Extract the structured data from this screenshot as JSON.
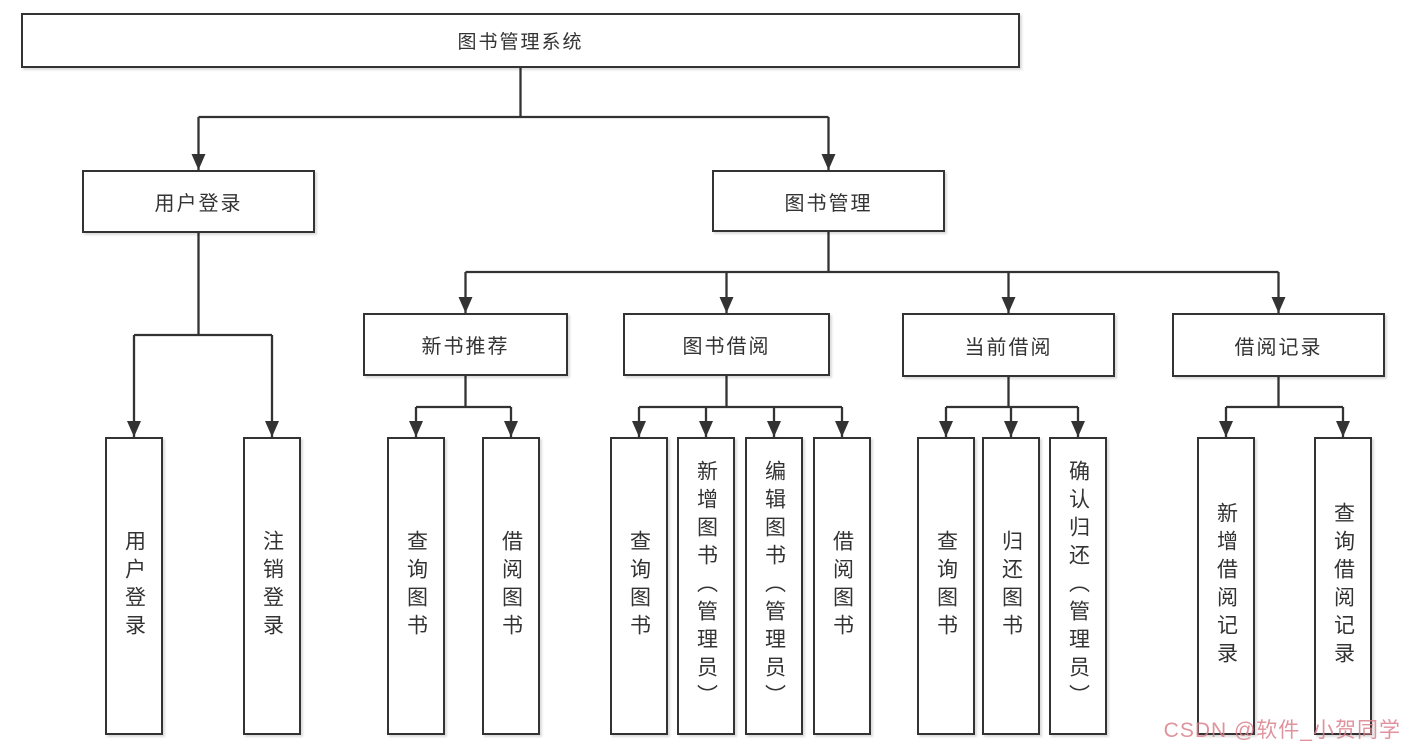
{
  "diagram_title": "图书管理系统",
  "tree": {
    "label": "图书管理系统",
    "children": [
      {
        "label": "用户登录",
        "children": [
          {
            "label": "用户登录"
          },
          {
            "label": "注销登录"
          }
        ]
      },
      {
        "label": "图书管理",
        "children": [
          {
            "label": "新书推荐",
            "children": [
              {
                "label": "查询图书"
              },
              {
                "label": "借阅图书"
              }
            ]
          },
          {
            "label": "图书借阅",
            "children": [
              {
                "label": "查询图书"
              },
              {
                "label": "新增图书（管理员）"
              },
              {
                "label": "编辑图书（管理员）"
              },
              {
                "label": "借阅图书"
              }
            ]
          },
          {
            "label": "当前借阅",
            "children": [
              {
                "label": "查询图书"
              },
              {
                "label": "归还图书"
              },
              {
                "label": "确认归还（管理员）"
              }
            ]
          },
          {
            "label": "借阅记录",
            "children": [
              {
                "label": "新增借阅记录"
              },
              {
                "label": "查询借阅记录"
              }
            ]
          }
        ]
      }
    ]
  },
  "watermark": {
    "text": "CSDN @软件_小贺同学",
    "color": "#db808c"
  },
  "colors": {
    "line": "#333333",
    "box_border": "#333333",
    "box_fill": "#ffffff",
    "text": "#333333",
    "background": "#ffffff"
  }
}
